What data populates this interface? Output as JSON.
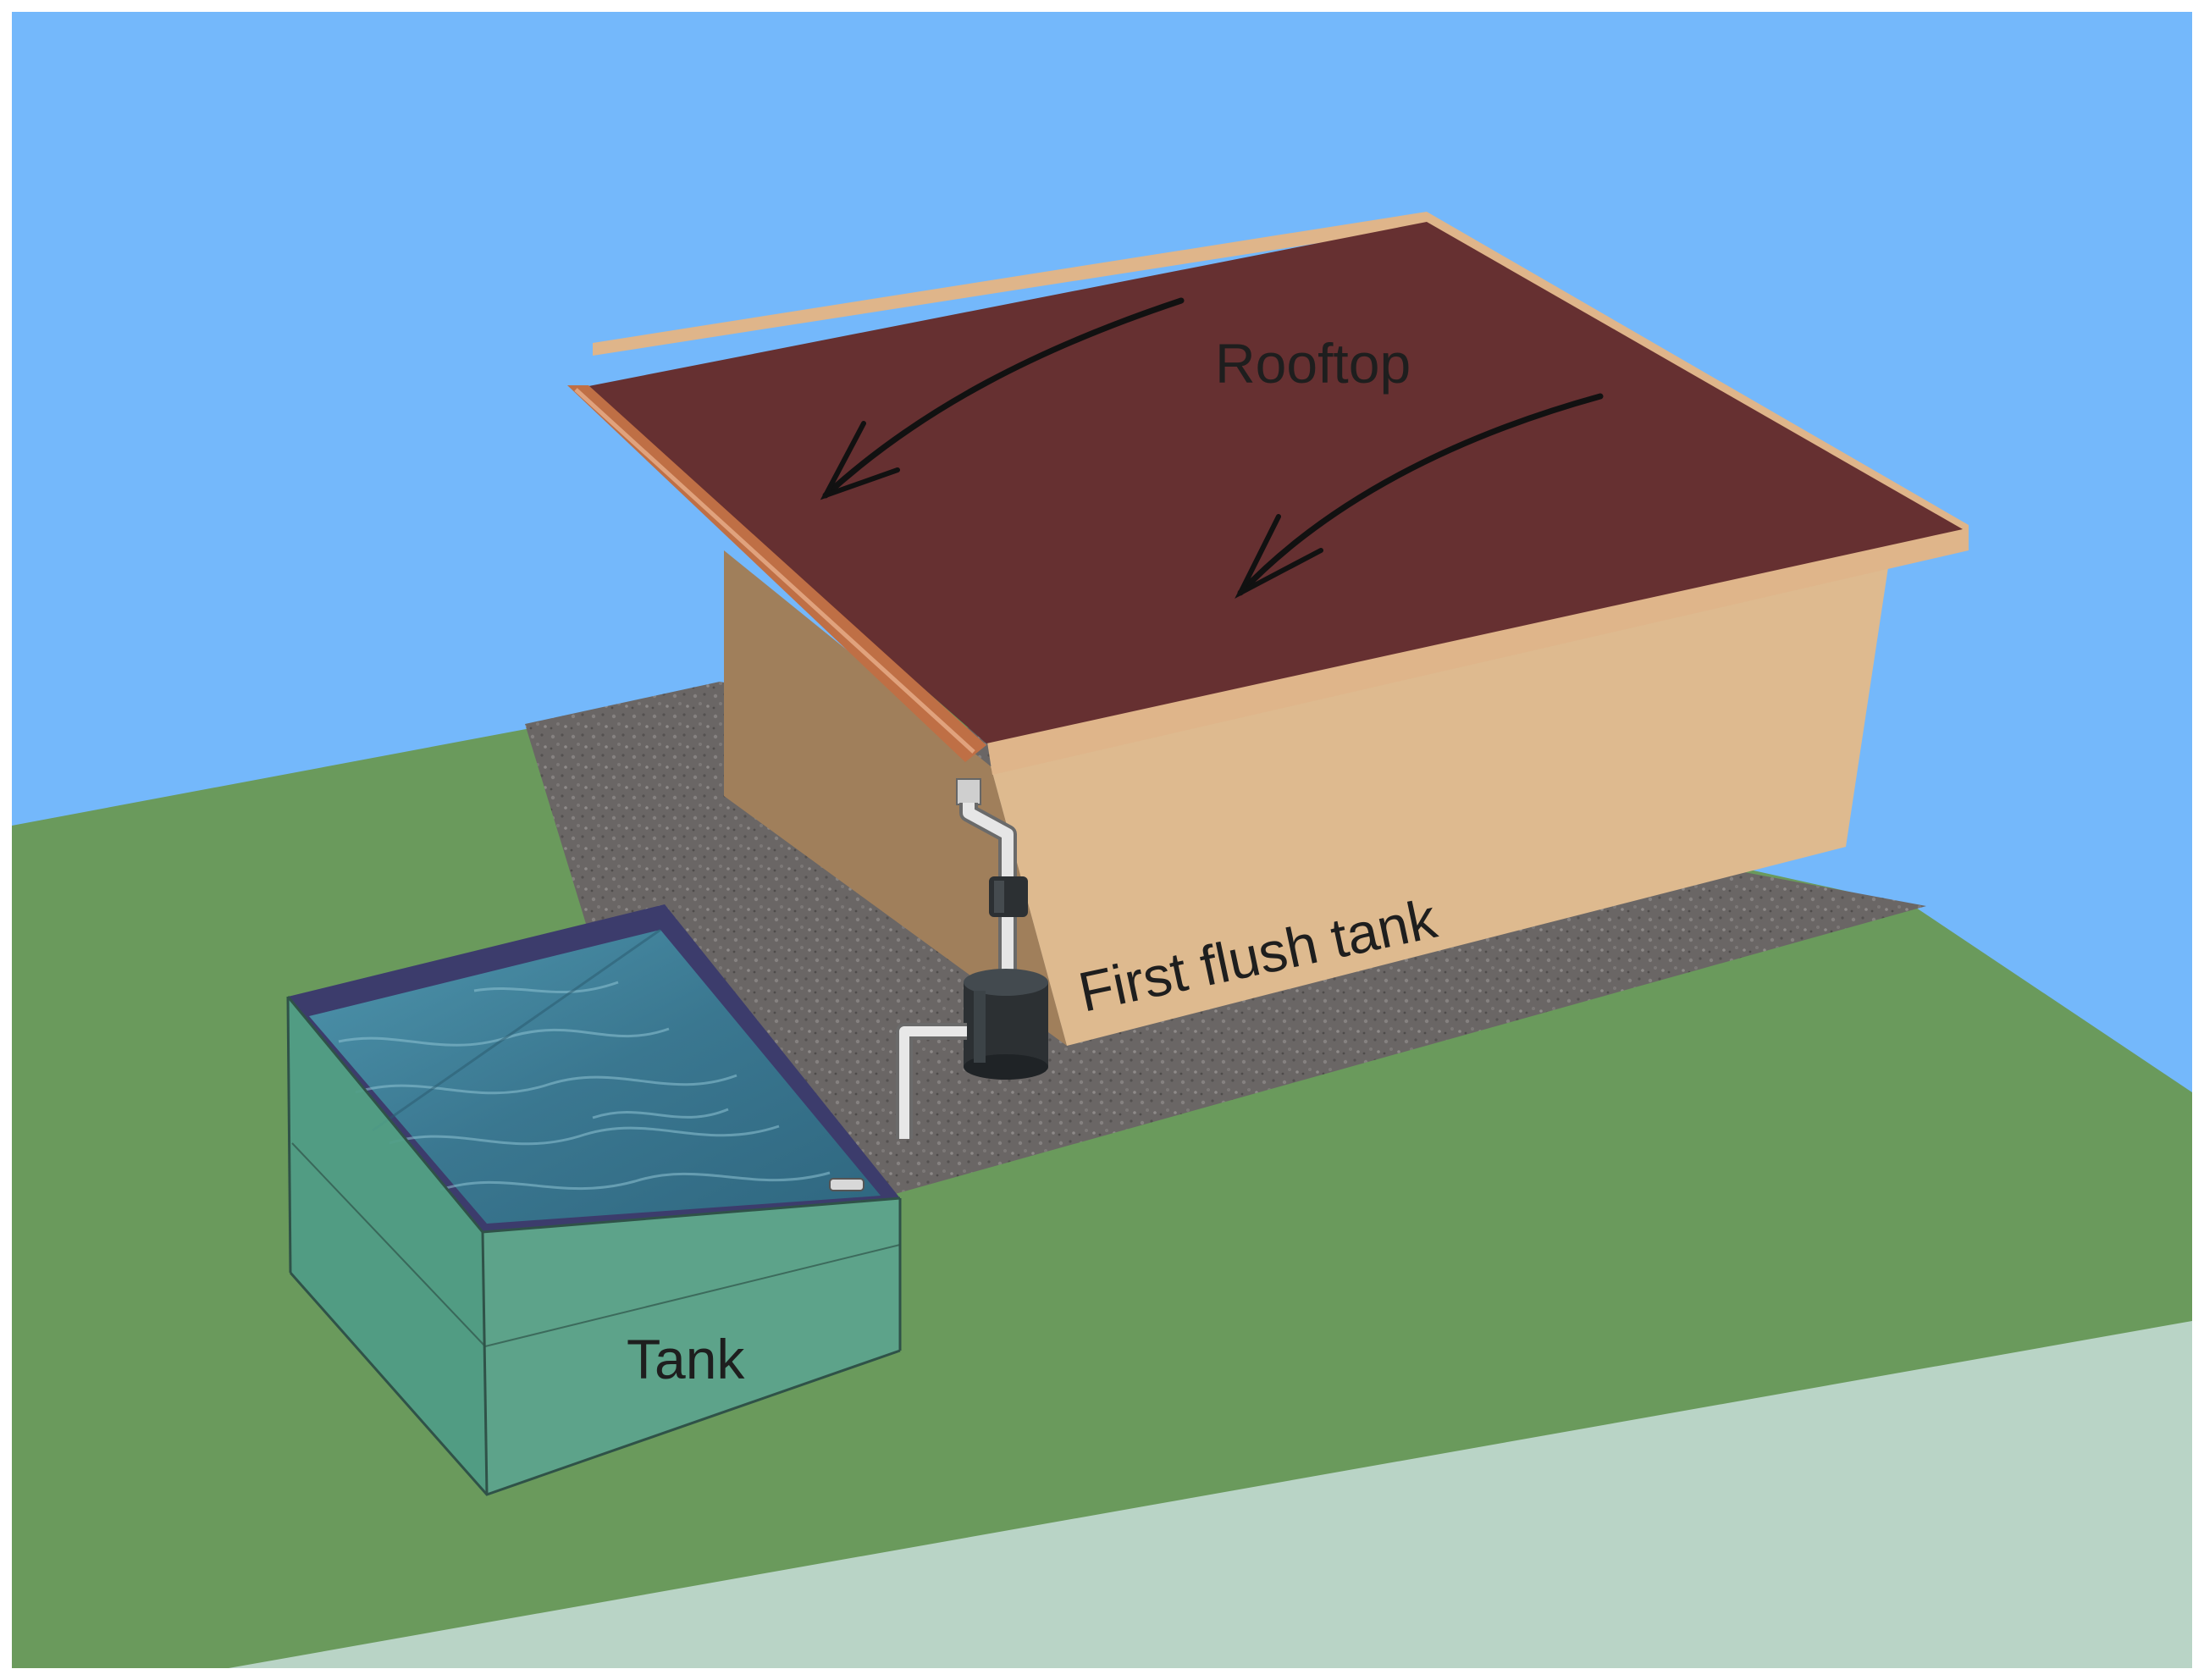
{
  "labels": {
    "rooftop": "Rooftop",
    "first_flush_tank": "First flush tank",
    "tank": "Tank"
  },
  "colors": {
    "sky": "#74b8fb",
    "lawn": "#6a9a5c",
    "ground": "#b9d4c6",
    "roof": "#663031",
    "roof_trim": "#dfb58a",
    "gutter": "#bf6f45",
    "wall_front": "#deba8f",
    "wall_side": "#a07f5b",
    "gravel": "#6a6665",
    "water": "#3f7f96",
    "tank_body": "#4f9c87",
    "tank_rim": "#3c3c6c",
    "pipe": "#d9d9d9",
    "flush_tank": "#2c3033",
    "arrow": "#111111"
  }
}
